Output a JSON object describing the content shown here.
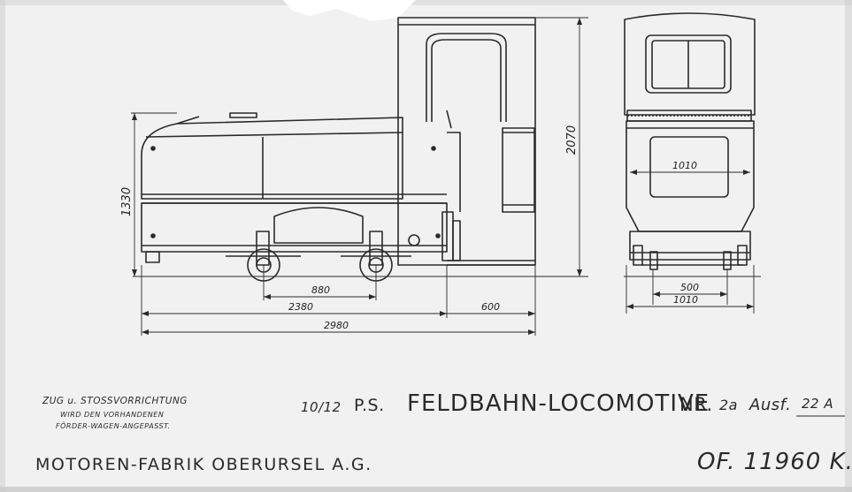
{
  "notes": {
    "line1": "ZUG u. STOSSVORRICHTUNG",
    "line2": "WIRD DEN VORHANDENEN",
    "line3": "FÖRDER-WAGEN-ANGEPASST."
  },
  "title": {
    "power": "10/12",
    "ps": "P.S.",
    "name": "FELDBAHN-LOCOMOTIVE",
    "nr_label": "NR.",
    "nr_value": "2a",
    "ausf_label": "Ausf.",
    "ausf_value": "22 A"
  },
  "maker": "MOTOREN-FABRIK OBERURSEL A.G.",
  "drawing_number": "OF. 11960 K.",
  "dimensions": {
    "height_total": "2070",
    "height_body": "1330",
    "wheelbase": "880",
    "body_length": "2380",
    "cab_length": "600",
    "total_length": "2980",
    "gauge": "500",
    "width": "1010",
    "width_front": "1010"
  },
  "colors": {
    "paper": "#f1f1f1",
    "ink": "#2a2a2a"
  }
}
